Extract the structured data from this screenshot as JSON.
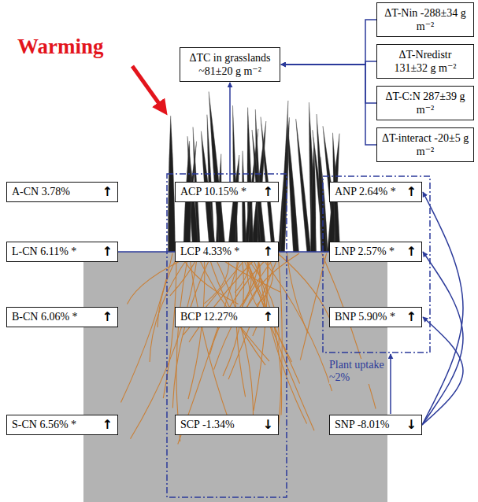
{
  "diagram": {
    "nodes": [
      {
        "text": [
          "ΔTC in grasslands ~81±20 g m⁻²"
        ]
      },
      {
        "text": [
          "ΔT-Nin -288±34 g m⁻²"
        ]
      },
      {
        "text": [
          "ΔT-Nredistr 131±32 g m⁻²"
        ]
      },
      {
        "text": [
          "ΔT-C:N 287±39 g m⁻²"
        ]
      },
      {
        "text": [
          "ΔT-interact -20±5 g m⁻²"
        ]
      },
      {
        "text": [
          "A-CN 3.78%",
          "↑"
        ]
      },
      {
        "text": [
          "ACP 10.15% *",
          "↑"
        ]
      },
      {
        "text": [
          "ANP 2.64% *",
          "↑"
        ]
      },
      {
        "text": [
          "L-CN 6.11% *",
          "↑"
        ]
      },
      {
        "text": [
          "LCP 4.33% *",
          "↑"
        ]
      },
      {
        "text": [
          "LNP 2.57% *",
          "↑"
        ]
      },
      {
        "text": [
          "B-CN 6.06% *",
          "↑"
        ]
      },
      {
        "text": [
          "BCP 12.27%",
          "↑"
        ]
      },
      {
        "text": [
          "BNP 5.90% *",
          "↑"
        ]
      },
      {
        "text": [
          "S-CN 6.56% *",
          "↑"
        ]
      },
      {
        "text": [
          "SCP -1.34%",
          "↓"
        ]
      },
      {
        "text": [
          "SNP -8.01%",
          "↓"
        ]
      }
    ],
    "edges": [
      {
        "from": 1,
        "to": 0,
        "arrow": "to"
      },
      {
        "from": 2,
        "to": 0,
        "arrow": "to"
      },
      {
        "from": 3,
        "to": 0,
        "arrow": "to"
      },
      {
        "from": 4,
        "to": 0,
        "arrow": "to"
      },
      {
        "from": 6,
        "to": 0,
        "arrow": "to"
      },
      {
        "from": 16,
        "to": 7,
        "arrow": "to"
      },
      {
        "from": 16,
        "to": 10,
        "arrow": "to"
      },
      {
        "from": 16,
        "to": 13,
        "arrow": "to"
      }
    ],
    "labels": [
      "Warming",
      "Plant uptake ~2%"
    ]
  }
}
